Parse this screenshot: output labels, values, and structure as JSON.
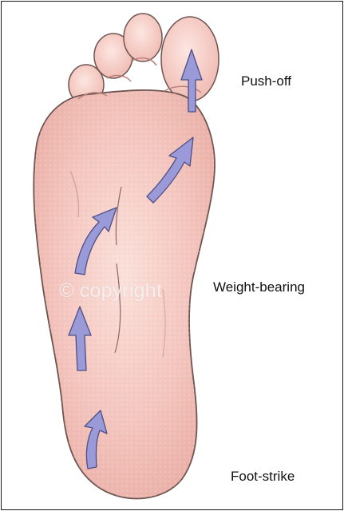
{
  "labels": {
    "push_off": "Push-off",
    "weight_bearing": "Weight-bearing",
    "foot_strike": "Foot-strike"
  },
  "watermark": "© copyright",
  "colors": {
    "skin_fill": "#f4c6bf",
    "skin_shadow": "#e7aaa1",
    "skin_outline": "#6e5450",
    "arrow_fill": "#9a9ad8",
    "arrow_outline": "#4f4f86",
    "frame_border": "#1a1a1a"
  }
}
